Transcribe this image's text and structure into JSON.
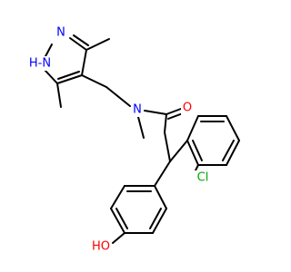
{
  "molecule": {
    "atoms": {
      "n_pyrazole_1": {
        "text": "N",
        "color": "#0000ff"
      },
      "nh_pyrazole": {
        "text": "H‑N",
        "color": "#0000ff"
      },
      "n_amide": {
        "text": "N",
        "color": "#0000ff"
      },
      "o_carbonyl": {
        "text": "O",
        "color": "#ff0000"
      },
      "cl": {
        "text": "Cl",
        "color": "#00aa00"
      },
      "oh_phenol": {
        "text": "HO",
        "color": "#ff0000"
      }
    }
  }
}
